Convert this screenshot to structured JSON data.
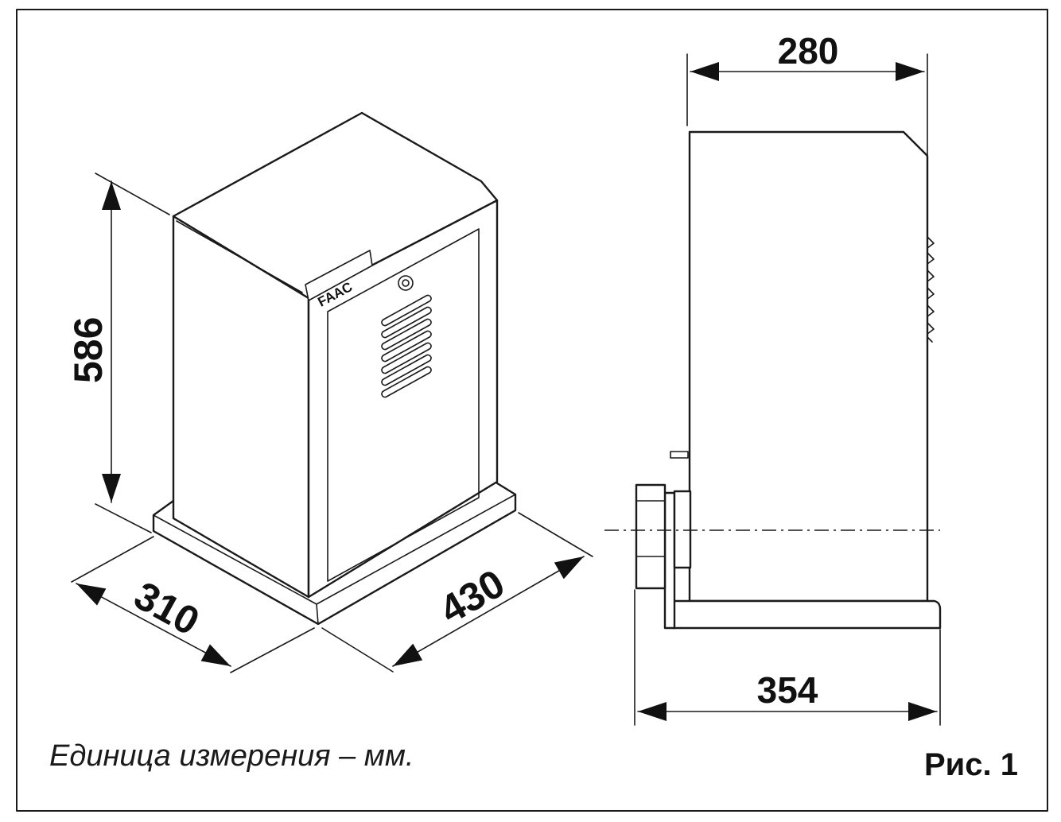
{
  "figure": {
    "label": "Рис. 1",
    "unit_caption": "Единица измерения – мм.",
    "brand_logo": "FAAC"
  },
  "dimensions": {
    "height": "586",
    "width_front": "310",
    "depth_side": "430",
    "top_width": "280",
    "base_width": "354"
  },
  "icons": [
    "arrow-icon",
    "key-lock-icon",
    "vent-slots-icon"
  ]
}
